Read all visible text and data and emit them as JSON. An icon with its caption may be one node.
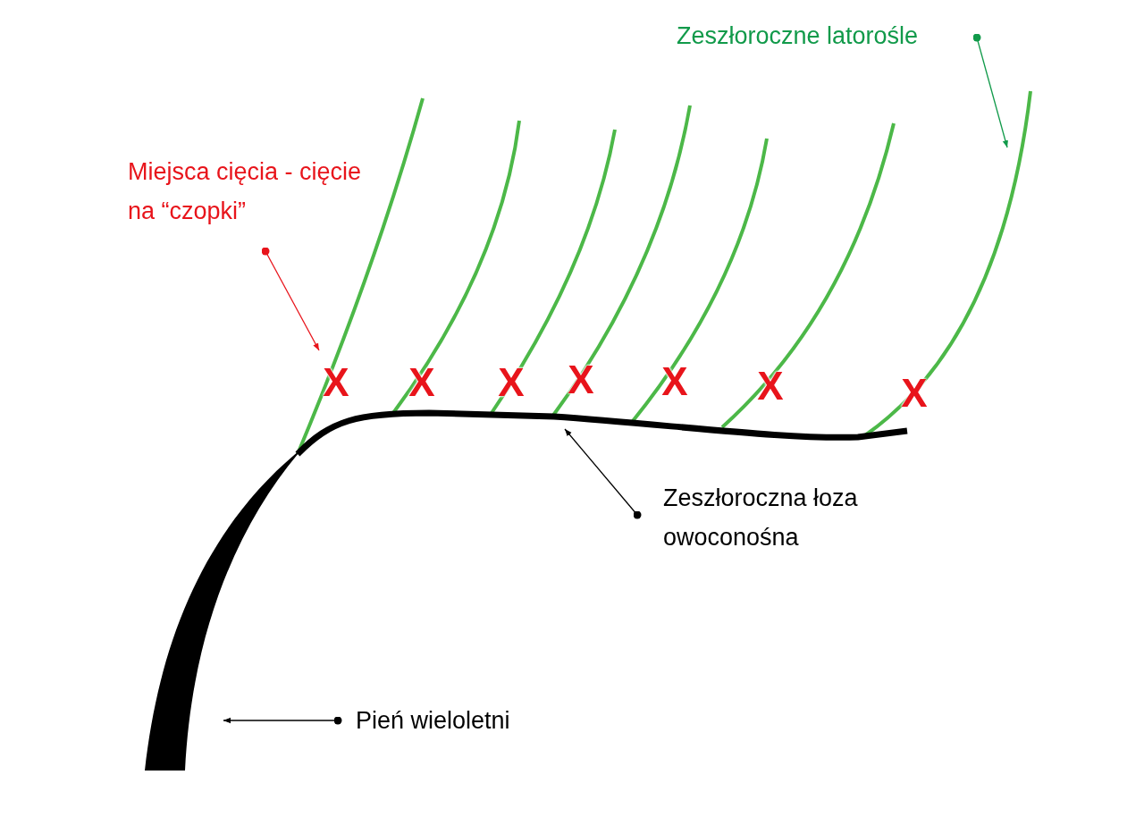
{
  "diagram": {
    "nodes": [
      {
        "text": [
          "Zeszłoroczne latorośle"
        ]
      },
      {
        "text": [],
        "shape": "picture"
      },
      {
        "text": [
          "Miejsca cięcia - cięcie na “czopki”"
        ]
      },
      {
        "text": [
          "X"
        ]
      },
      {
        "text": [
          "Zeszłoroczna łoza owoconośna"
        ]
      },
      {
        "text": [],
        "shape": "picture"
      },
      {
        "text": [
          "Pień wieloletni"
        ]
      },
      {
        "text": [],
        "shape": "picture"
      }
    ],
    "edges": [
      {
        "from": 0,
        "to": 1,
        "arrow": "to",
        "color": "#119a4a"
      },
      {
        "from": 2,
        "to": 3,
        "arrow": "to",
        "color": "#e8141b"
      },
      {
        "from": 4,
        "to": 5,
        "arrow": "to"
      },
      {
        "from": 6,
        "to": 7,
        "arrow": "to"
      }
    ],
    "labels": [
      "X",
      "X",
      "X",
      "X",
      "X",
      "X"
    ]
  }
}
